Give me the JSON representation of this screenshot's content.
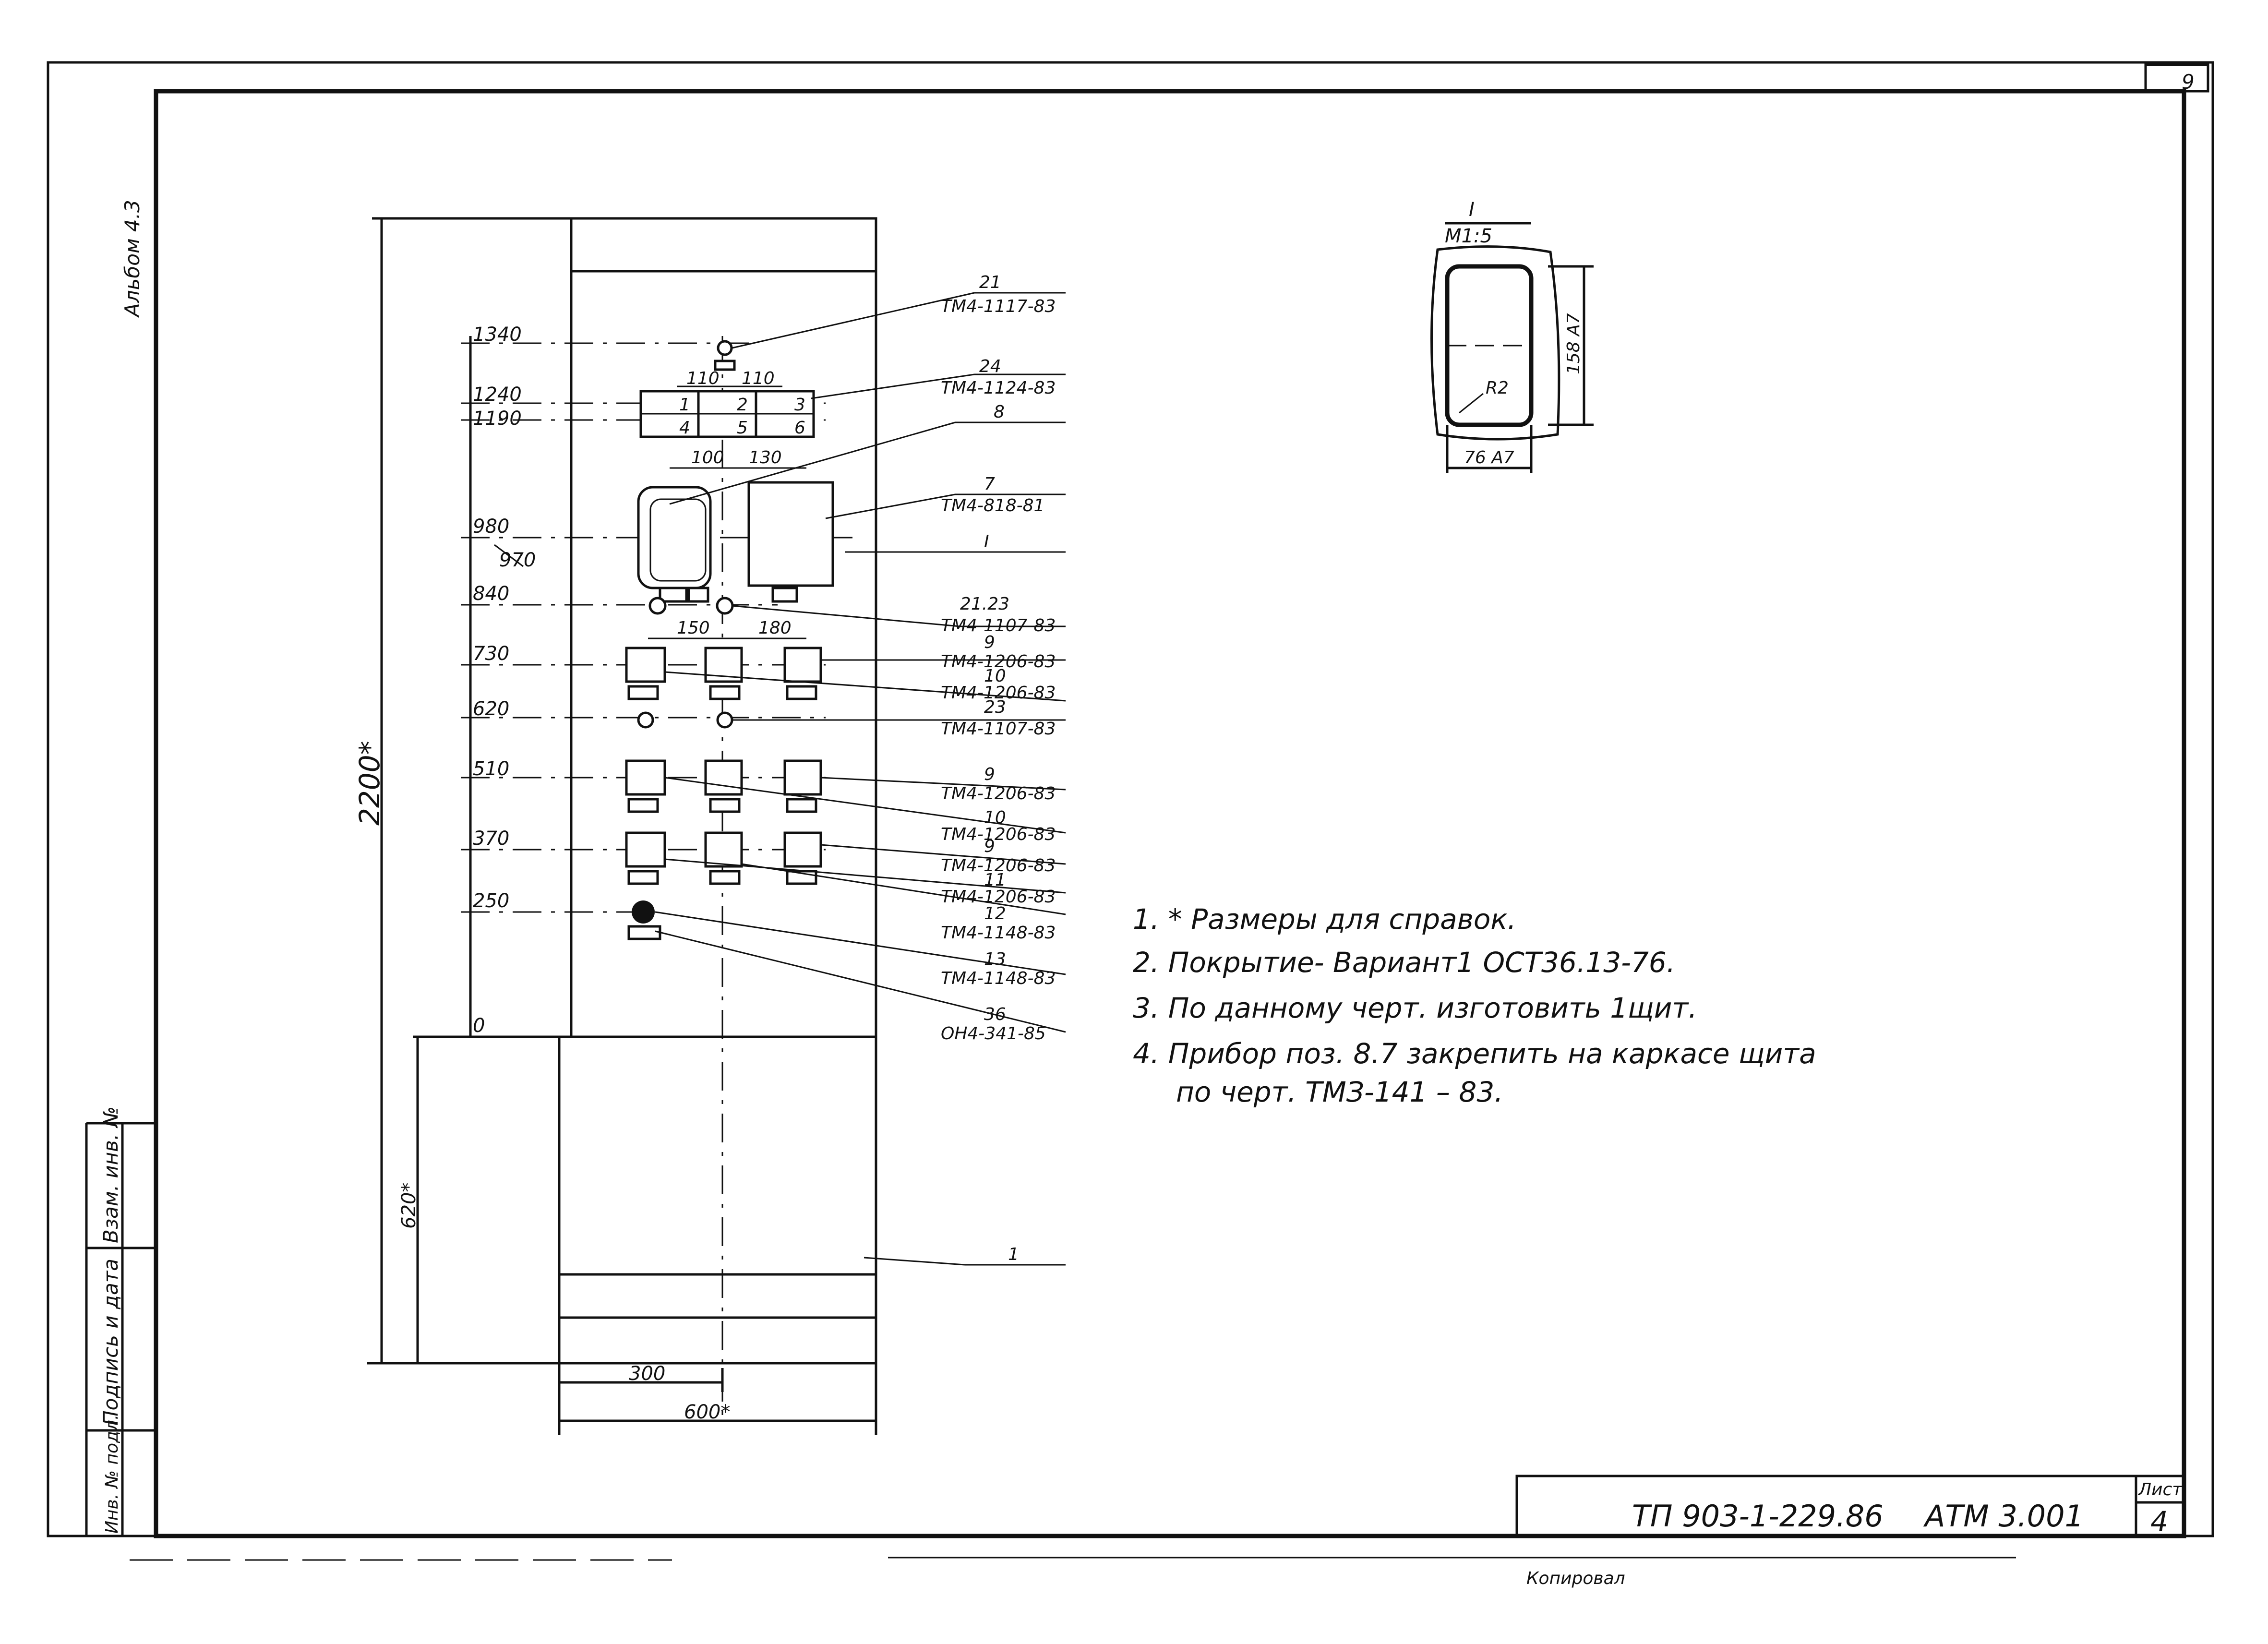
{
  "side": {
    "album": "Альбом 4.3",
    "stamp_1": "Взам. инв. №",
    "stamp_2": "Подпись и дата",
    "stamp_3": "Инв. № подл."
  },
  "sheet_top_number": "9",
  "levels": [
    "1340",
    "1240",
    "1190",
    "980",
    "970",
    "840",
    "730",
    "620",
    "510",
    "370",
    "250",
    "0"
  ],
  "dimensions": {
    "total_height": "2200*",
    "base_height": "620*",
    "half_width": "300",
    "width": "600*",
    "pitch_110_a": "110",
    "pitch_110_b": "110",
    "pitch_100": "100",
    "pitch_130": "130",
    "pitch_150": "150",
    "pitch_180": "180"
  },
  "switch_numbers": [
    "1",
    "2",
    "3",
    "4",
    "5",
    "6"
  ],
  "callouts": [
    {
      "pos": "21",
      "ref": "ТМ4-1117-83"
    },
    {
      "pos": "24",
      "ref": "ТМ4-1124-83"
    },
    {
      "pos": "8",
      "ref": ""
    },
    {
      "pos": "7",
      "ref": "ТМ4-818-81"
    },
    {
      "pos": "I",
      "ref": ""
    },
    {
      "pos": "21.23",
      "ref": "ТМ4-1107-83"
    },
    {
      "pos": "9",
      "ref": "ТМ4-1206-83"
    },
    {
      "pos": "10",
      "ref": "ТМ4-1206-83"
    },
    {
      "pos": "23",
      "ref": "ТМ4-1107-83"
    },
    {
      "pos": "9",
      "ref": "ТМ4-1206-83"
    },
    {
      "pos": "10",
      "ref": "ТМ4-1206-83"
    },
    {
      "pos": "9",
      "ref": "ТМ4-1206-83"
    },
    {
      "pos": "11",
      "ref": "ТМ4-1206-83"
    },
    {
      "pos": "12",
      "ref": "ТМ4-1148-83"
    },
    {
      "pos": "13",
      "ref": "ТМ4-1148-83"
    },
    {
      "pos": "36",
      "ref": "ОН4-341-85"
    },
    {
      "pos": "1",
      "ref": ""
    }
  ],
  "detail": {
    "title": "I",
    "scale": "М1:5",
    "height": "158 А7",
    "width": "76 А7",
    "radius": "R2"
  },
  "notes": [
    "1. * Размеры для справок.",
    "2. Покрытие- Вариант1   ОСТ36.13-76.",
    "3. По данному черт. изготовить 1щит.",
    "4. Прибор поз. 8.7 закрепить на каркасе щита",
    "по черт. ТМЗ-141 – 83."
  ],
  "title_block": {
    "project": "ТП 903-1-229.86",
    "code": "АТМ 3.001",
    "sheet_label": "Лист",
    "sheet_no": "4"
  },
  "footer_scribble": "Копировал"
}
